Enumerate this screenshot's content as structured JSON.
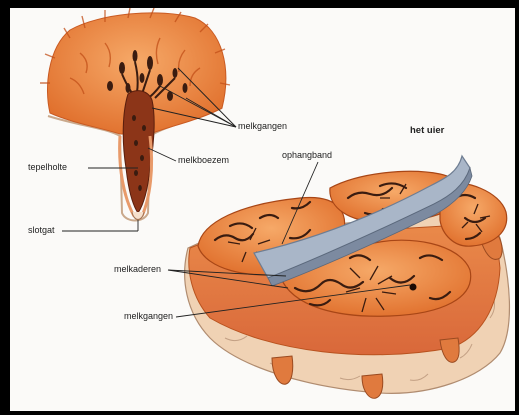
{
  "diagram": {
    "labels": {
      "melkgangen_top": "melkgangen",
      "melkboezem": "melkboezem",
      "tepelholte": "tepelholte",
      "slotgat": "slotgat",
      "het_uier": "het uier",
      "ophangband": "ophangband",
      "melkaderen": "melkaderen",
      "melkgangen_bottom": "melkgangen"
    },
    "colors": {
      "tissue": "#e8813a",
      "tissue_light": "#f3a35c",
      "duct": "#3a1c10",
      "teat_cavity": "#8c3518",
      "ligament": "#a9b6c8",
      "skin": "#f0d2b4",
      "frame": "#000000"
    }
  }
}
